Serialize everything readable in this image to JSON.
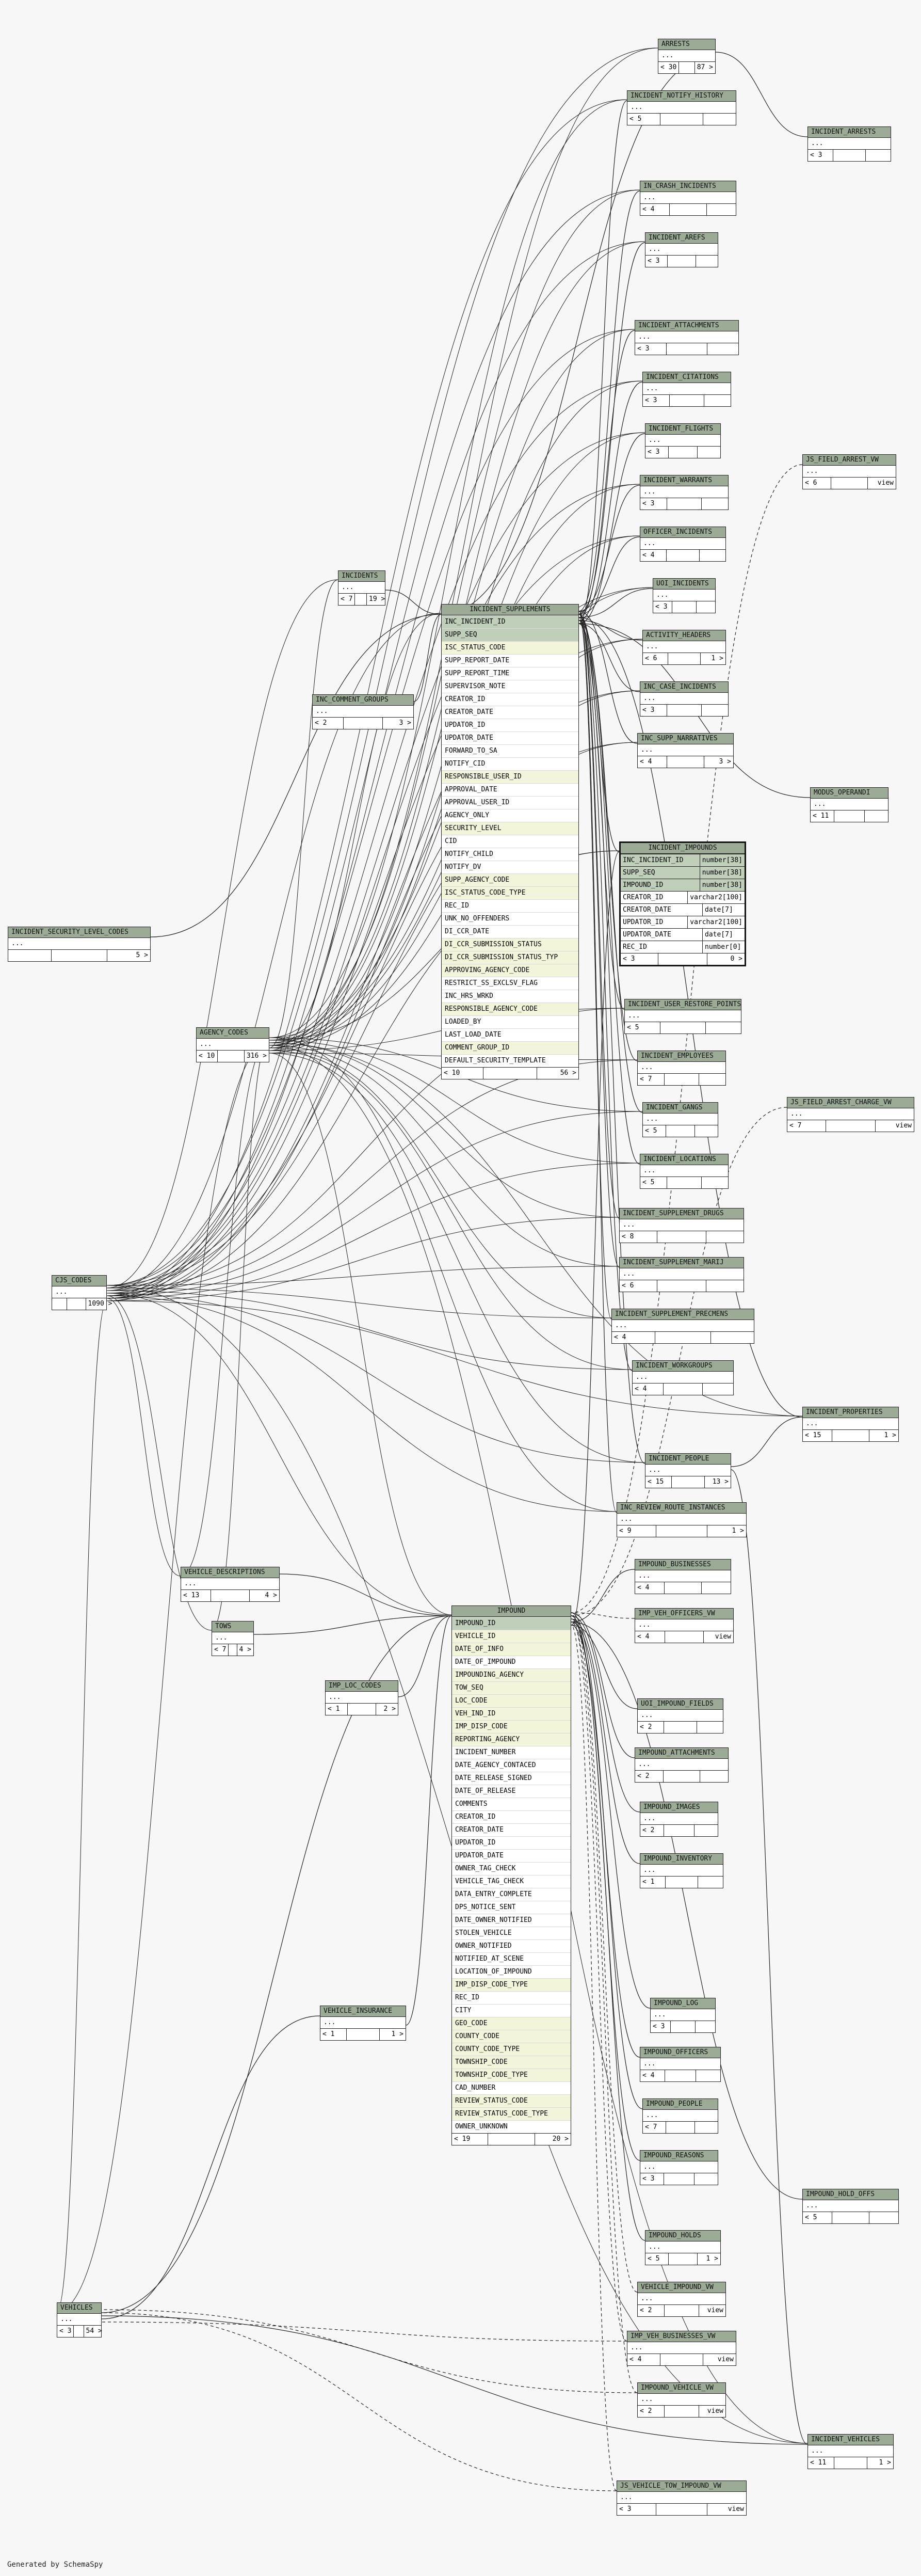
{
  "generator_note": "Generated by SchemaSpy",
  "tables": [
    {
      "id": "arrests",
      "name": "ARRESTS",
      "dots": "...",
      "foot": [
        "< 30",
        "",
        "87 >"
      ]
    },
    {
      "id": "incident_notify_history",
      "name": "INCIDENT_NOTIFY_HISTORY",
      "dots": "...",
      "foot": [
        "< 5",
        "",
        ""
      ]
    },
    {
      "id": "incident_arrests",
      "name": "INCIDENT_ARRESTS",
      "dots": "...",
      "foot": [
        "< 3",
        "",
        ""
      ]
    },
    {
      "id": "in_crash_incidents",
      "name": "IN_CRASH_INCIDENTS",
      "dots": "...",
      "foot": [
        "< 4",
        "",
        ""
      ]
    },
    {
      "id": "incident_arefs",
      "name": "INCIDENT_AREFS",
      "dots": "...",
      "foot": [
        "< 3",
        "",
        ""
      ]
    },
    {
      "id": "incident_attachments",
      "name": "INCIDENT_ATTACHMENTS",
      "dots": "...",
      "foot": [
        "< 3",
        "",
        ""
      ]
    },
    {
      "id": "incident_citations",
      "name": "INCIDENT_CITATIONS",
      "dots": "...",
      "foot": [
        "< 3",
        "",
        ""
      ]
    },
    {
      "id": "incident_flights",
      "name": "INCIDENT_FLIGHTS",
      "dots": "...",
      "foot": [
        "< 3",
        "",
        ""
      ]
    },
    {
      "id": "incident_warrants",
      "name": "INCIDENT_WARRANTS",
      "dots": "...",
      "foot": [
        "< 3",
        "",
        ""
      ]
    },
    {
      "id": "officer_incidents",
      "name": "OFFICER_INCIDENTS",
      "dots": "...",
      "foot": [
        "< 4",
        "",
        ""
      ]
    },
    {
      "id": "uoi_incidents",
      "name": "UOI_INCIDENTS",
      "dots": "...",
      "foot": [
        "< 3",
        "",
        ""
      ]
    },
    {
      "id": "activity_headers",
      "name": "ACTIVITY_HEADERS",
      "dots": "...",
      "foot": [
        "< 6",
        "",
        "1 >"
      ]
    },
    {
      "id": "inc_case_incidents",
      "name": "INC_CASE_INCIDENTS",
      "dots": "...",
      "foot": [
        "< 3",
        "",
        ""
      ]
    },
    {
      "id": "inc_supp_narratives",
      "name": "INC_SUPP_NARRATIVES",
      "dots": "...",
      "foot": [
        "< 4",
        "",
        "3 >"
      ]
    },
    {
      "id": "js_field_arrest_vw",
      "name": "JS_FIELD_ARREST_VW",
      "dots": "...",
      "foot": [
        "< 6",
        "",
        "view"
      ]
    },
    {
      "id": "incidents",
      "name": "INCIDENTS",
      "dots": "...",
      "foot": [
        "< 7",
        "",
        "19 >"
      ]
    },
    {
      "id": "inc_comment_groups",
      "name": "INC_COMMENT_GROUPS",
      "dots": "...",
      "foot": [
        "< 2",
        "",
        "3 >"
      ]
    },
    {
      "id": "modus_operandi",
      "name": "MODUS_OPERANDI",
      "dots": "...",
      "foot": [
        "< 11",
        "",
        ""
      ]
    },
    {
      "id": "incident_security_level_codes",
      "name": "INCIDENT_SECURITY_LEVEL_CODES",
      "dots": "...",
      "foot": [
        "",
        "",
        "5 >"
      ]
    },
    {
      "id": "agency_codes",
      "name": "AGENCY_CODES",
      "dots": "...",
      "foot": [
        "< 10",
        "",
        "316 >"
      ]
    },
    {
      "id": "incident_user_restore_points",
      "name": "INCIDENT_USER_RESTORE_POINTS",
      "dots": "...",
      "foot": [
        "< 5",
        "",
        ""
      ]
    },
    {
      "id": "incident_employees",
      "name": "INCIDENT_EMPLOYEES",
      "dots": "...",
      "foot": [
        "< 7",
        "",
        ""
      ]
    },
    {
      "id": "js_field_arrest_charge_vw",
      "name": "JS_FIELD_ARREST_CHARGE_VW",
      "dots": "...",
      "foot": [
        "< 7",
        "",
        "view"
      ]
    },
    {
      "id": "incident_gangs",
      "name": "INCIDENT_GANGS",
      "dots": "...",
      "foot": [
        "< 5",
        "",
        ""
      ]
    },
    {
      "id": "incident_locations",
      "name": "INCIDENT_LOCATIONS",
      "dots": "...",
      "foot": [
        "< 5",
        "",
        ""
      ]
    },
    {
      "id": "incident_supplement_drugs",
      "name": "INCIDENT_SUPPLEMENT_DRUGS",
      "dots": "...",
      "foot": [
        "< 8",
        "",
        ""
      ]
    },
    {
      "id": "incident_supplement_marij",
      "name": "INCIDENT_SUPPLEMENT_MARIJ",
      "dots": "...",
      "foot": [
        "< 6",
        "",
        ""
      ]
    },
    {
      "id": "cjs_codes",
      "name": "CJS_CODES",
      "dots": "...",
      "foot": [
        "",
        "",
        "1090 >"
      ]
    },
    {
      "id": "incident_supplement_precmens",
      "name": "INCIDENT_SUPPLEMENT_PRECMENS",
      "dots": "...",
      "foot": [
        "< 4",
        "",
        ""
      ]
    },
    {
      "id": "incident_workgroups",
      "name": "INCIDENT_WORKGROUPS",
      "dots": "...",
      "foot": [
        "< 4",
        "",
        ""
      ]
    },
    {
      "id": "incident_properties",
      "name": "INCIDENT_PROPERTIES",
      "dots": "...",
      "foot": [
        "< 15",
        "",
        "1 >"
      ]
    },
    {
      "id": "incident_people",
      "name": "INCIDENT_PEOPLE",
      "dots": "...",
      "foot": [
        "< 15",
        "",
        "13 >"
      ]
    },
    {
      "id": "inc_review_route_instances",
      "name": "INC_REVIEW_ROUTE_INSTANCES",
      "dots": "...",
      "foot": [
        "< 9",
        "",
        "1 >"
      ]
    },
    {
      "id": "vehicle_descriptions",
      "name": "VEHICLE_DESCRIPTIONS",
      "dots": "...",
      "foot": [
        "< 13",
        "",
        "4 >"
      ]
    },
    {
      "id": "impound_businesses",
      "name": "IMPOUND_BUSINESSES",
      "dots": "...",
      "foot": [
        "< 4",
        "",
        ""
      ]
    },
    {
      "id": "imp_veh_officers_vw",
      "name": "IMP_VEH_OFFICERS_VW",
      "dots": "...",
      "foot": [
        "< 4",
        "",
        "view"
      ]
    },
    {
      "id": "tows",
      "name": "TOWS",
      "dots": "...",
      "foot": [
        "< 7",
        "",
        "4 >"
      ]
    },
    {
      "id": "imp_loc_codes",
      "name": "IMP_LOC_CODES",
      "dots": "...",
      "foot": [
        "< 1",
        "",
        "2 >"
      ]
    },
    {
      "id": "uoi_impound_fields",
      "name": "UOI_IMPOUND_FIELDS",
      "dots": "...",
      "foot": [
        "< 2",
        "",
        ""
      ]
    },
    {
      "id": "impound_attachments",
      "name": "IMPOUND_ATTACHMENTS",
      "dots": "...",
      "foot": [
        "< 2",
        "",
        ""
      ]
    },
    {
      "id": "impound_images",
      "name": "IMPOUND_IMAGES",
      "dots": "...",
      "foot": [
        "< 2",
        "",
        ""
      ]
    },
    {
      "id": "impound_inventory",
      "name": "IMPOUND_INVENTORY",
      "dots": "...",
      "foot": [
        "< 1",
        "",
        ""
      ]
    },
    {
      "id": "vehicle_insurance",
      "name": "VEHICLE_INSURANCE",
      "dots": "...",
      "foot": [
        "< 1",
        "",
        "1 >"
      ]
    },
    {
      "id": "impound_log",
      "name": "IMPOUND_LOG",
      "dots": "...",
      "foot": [
        "< 3",
        "",
        ""
      ]
    },
    {
      "id": "impound_officers",
      "name": "IMPOUND_OFFICERS",
      "dots": "...",
      "foot": [
        "< 4",
        "",
        ""
      ]
    },
    {
      "id": "impound_people",
      "name": "IMPOUND_PEOPLE",
      "dots": "...",
      "foot": [
        "< 7",
        "",
        ""
      ]
    },
    {
      "id": "impound_reasons",
      "name": "IMPOUND_REASONS",
      "dots": "...",
      "foot": [
        "< 3",
        "",
        ""
      ]
    },
    {
      "id": "impound_hold_offs",
      "name": "IMPOUND_HOLD_OFFS",
      "dots": "...",
      "foot": [
        "< 5",
        "",
        ""
      ]
    },
    {
      "id": "impound_holds",
      "name": "IMPOUND_HOLDS",
      "dots": "...",
      "foot": [
        "< 5",
        "",
        "1 >"
      ]
    },
    {
      "id": "vehicle_impound_vw",
      "name": "VEHICLE_IMPOUND_VW",
      "dots": "...",
      "foot": [
        "< 2",
        "",
        "view"
      ]
    },
    {
      "id": "imp_veh_businesses_vw",
      "name": "IMP_VEH_BUSINESSES_VW",
      "dots": "...",
      "foot": [
        "< 4",
        "",
        "view"
      ]
    },
    {
      "id": "vehicles",
      "name": "VEHICLES",
      "dots": "...",
      "foot": [
        "< 3",
        "",
        "54 >"
      ]
    },
    {
      "id": "impound_vehicle_vw",
      "name": "IMPOUND_VEHICLE_VW",
      "dots": "...",
      "foot": [
        "< 2",
        "",
        "view"
      ]
    },
    {
      "id": "incident_vehicles",
      "name": "INCIDENT_VEHICLES",
      "dots": "...",
      "foot": [
        "< 11",
        "",
        "1 >"
      ]
    },
    {
      "id": "js_vehicle_tow_impound_vw",
      "name": "JS_VEHICLE_TOW_IMPOUND_VW",
      "dots": "...",
      "foot": [
        "< 3",
        "",
        "view"
      ]
    }
  ],
  "incident_supplements": {
    "name": "INCIDENT_SUPPLEMENTS",
    "columns": [
      {
        "n": "INC_INCIDENT_ID",
        "k": "pk"
      },
      {
        "n": "SUPP_SEQ",
        "k": "pk"
      },
      {
        "n": "ISC_STATUS_CODE",
        "k": "key"
      },
      {
        "n": "SUPP_REPORT_DATE",
        "k": ""
      },
      {
        "n": "SUPP_REPORT_TIME",
        "k": ""
      },
      {
        "n": "SUPERVISOR_NOTE",
        "k": ""
      },
      {
        "n": "CREATOR_ID",
        "k": ""
      },
      {
        "n": "CREATOR_DATE",
        "k": ""
      },
      {
        "n": "UPDATOR_ID",
        "k": ""
      },
      {
        "n": "UPDATOR_DATE",
        "k": ""
      },
      {
        "n": "FORWARD_TO_SA",
        "k": ""
      },
      {
        "n": "NOTIFY_CID",
        "k": ""
      },
      {
        "n": "RESPONSIBLE_USER_ID",
        "k": "key"
      },
      {
        "n": "APPROVAL_DATE",
        "k": ""
      },
      {
        "n": "APPROVAL_USER_ID",
        "k": ""
      },
      {
        "n": "AGENCY_ONLY",
        "k": ""
      },
      {
        "n": "SECURITY_LEVEL",
        "k": "key"
      },
      {
        "n": "CID",
        "k": ""
      },
      {
        "n": "NOTIFY_CHILD",
        "k": ""
      },
      {
        "n": "NOTIFY_DV",
        "k": ""
      },
      {
        "n": "SUPP_AGENCY_CODE",
        "k": "key"
      },
      {
        "n": "ISC_STATUS_CODE_TYPE",
        "k": "key"
      },
      {
        "n": "REC_ID",
        "k": ""
      },
      {
        "n": "UNK_NO_OFFENDERS",
        "k": ""
      },
      {
        "n": "DI_CCR_DATE",
        "k": ""
      },
      {
        "n": "DI_CCR_SUBMISSION_STATUS",
        "k": "key"
      },
      {
        "n": "DI_CCR_SUBMISSION_STATUS_TYP",
        "k": "key"
      },
      {
        "n": "APPROVING_AGENCY_CODE",
        "k": "key"
      },
      {
        "n": "RESTRICT_SS_EXCLSV_FLAG",
        "k": ""
      },
      {
        "n": "INC_HRS_WRKD",
        "k": ""
      },
      {
        "n": "RESPONSIBLE_AGENCY_CODE",
        "k": "key"
      },
      {
        "n": "LOADED_BY",
        "k": ""
      },
      {
        "n": "LAST_LOAD_DATE",
        "k": ""
      },
      {
        "n": "COMMENT_GROUP_ID",
        "k": "key"
      },
      {
        "n": "DEFAULT_SECURITY_TEMPLATE",
        "k": ""
      }
    ],
    "foot": [
      "< 10",
      "",
      "56 >"
    ]
  },
  "incident_impounds": {
    "name": "INCIDENT_IMPOUNDS",
    "columns": [
      {
        "n": "INC_INCIDENT_ID",
        "t": "number[38]",
        "k": "pk"
      },
      {
        "n": "SUPP_SEQ",
        "t": "number[38]",
        "k": "pk"
      },
      {
        "n": "IMPOUND_ID",
        "t": "number[38]",
        "k": "pk"
      },
      {
        "n": "CREATOR_ID",
        "t": "varchar2[100]",
        "k": ""
      },
      {
        "n": "CREATOR_DATE",
        "t": "date[7]",
        "k": ""
      },
      {
        "n": "UPDATOR_ID",
        "t": "varchar2[100]",
        "k": ""
      },
      {
        "n": "UPDATOR_DATE",
        "t": "date[7]",
        "k": ""
      },
      {
        "n": "REC_ID",
        "t": "number[0]",
        "k": ""
      }
    ],
    "foot": [
      "< 3",
      "",
      "0 >"
    ]
  },
  "impound": {
    "name": "IMPOUND",
    "columns": [
      {
        "n": "IMPOUND_ID",
        "k": "pk"
      },
      {
        "n": "VEHICLE_ID",
        "k": "key"
      },
      {
        "n": "DATE_OF_INFO",
        "k": "key"
      },
      {
        "n": "DATE_OF_IMPOUND",
        "k": ""
      },
      {
        "n": "IMPOUNDING_AGENCY",
        "k": "key"
      },
      {
        "n": "TOW_SEQ",
        "k": "key"
      },
      {
        "n": "LOC_CODE",
        "k": "key"
      },
      {
        "n": "VEH_IND_ID",
        "k": "key"
      },
      {
        "n": "IMP_DISP_CODE",
        "k": "key"
      },
      {
        "n": "REPORTING_AGENCY",
        "k": "key"
      },
      {
        "n": "INCIDENT_NUMBER",
        "k": ""
      },
      {
        "n": "DATE_AGENCY_CONTACED",
        "k": ""
      },
      {
        "n": "DATE_RELEASE_SIGNED",
        "k": ""
      },
      {
        "n": "DATE_OF_RELEASE",
        "k": ""
      },
      {
        "n": "COMMENTS",
        "k": ""
      },
      {
        "n": "CREATOR_ID",
        "k": ""
      },
      {
        "n": "CREATOR_DATE",
        "k": ""
      },
      {
        "n": "UPDATOR_ID",
        "k": ""
      },
      {
        "n": "UPDATOR_DATE",
        "k": ""
      },
      {
        "n": "OWNER_TAG_CHECK",
        "k": ""
      },
      {
        "n": "VEHICLE_TAG_CHECK",
        "k": ""
      },
      {
        "n": "DATA_ENTRY_COMPLETE",
        "k": ""
      },
      {
        "n": "DPS_NOTICE_SENT",
        "k": ""
      },
      {
        "n": "DATE_OWNER_NOTIFIED",
        "k": ""
      },
      {
        "n": "STOLEN_VEHICLE",
        "k": ""
      },
      {
        "n": "OWNER_NOTIFIED",
        "k": ""
      },
      {
        "n": "NOTIFIED_AT_SCENE",
        "k": ""
      },
      {
        "n": "LOCATION_OF_IMPOUND",
        "k": ""
      },
      {
        "n": "IMP_DISP_CODE_TYPE",
        "k": "key"
      },
      {
        "n": "REC_ID",
        "k": ""
      },
      {
        "n": "CITY",
        "k": ""
      },
      {
        "n": "GEO_CODE",
        "k": "key"
      },
      {
        "n": "COUNTY_CODE",
        "k": "key"
      },
      {
        "n": "COUNTY_CODE_TYPE",
        "k": "key"
      },
      {
        "n": "TOWNSHIP_CODE",
        "k": "key"
      },
      {
        "n": "TOWNSHIP_CODE_TYPE",
        "k": "key"
      },
      {
        "n": "CAD_NUMBER",
        "k": ""
      },
      {
        "n": "REVIEW_STATUS_CODE",
        "k": "key"
      },
      {
        "n": "REVIEW_STATUS_CODE_TYPE",
        "k": "key"
      },
      {
        "n": "OWNER_UNKNOWN",
        "k": ""
      }
    ],
    "foot": [
      "< 19",
      "",
      "20 >"
    ]
  }
}
